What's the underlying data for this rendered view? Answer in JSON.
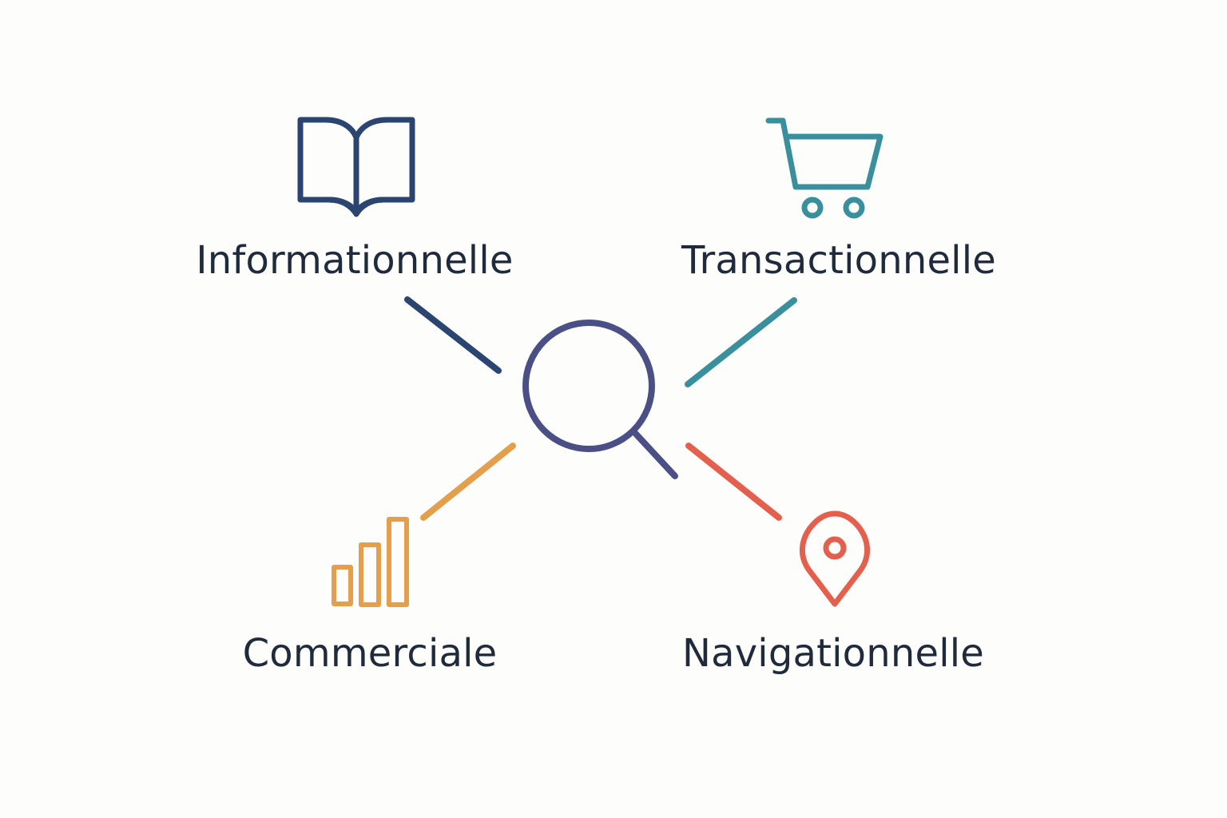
{
  "categories": {
    "informational": {
      "label": "Informationnelle",
      "icon": "open-book-icon",
      "color": "#2b4570"
    },
    "transactional": {
      "label": "Transactionnelle",
      "icon": "shopping-cart-icon",
      "color": "#3a8f9c"
    },
    "commercial": {
      "label": "Commerciale",
      "icon": "bar-chart-icon",
      "color": "#e39f4c"
    },
    "navigational": {
      "label": "Navigationnelle",
      "icon": "map-pin-icon",
      "color": "#e4604e"
    }
  },
  "center": {
    "icon": "magnifying-glass-icon",
    "color": "#4a4f86"
  },
  "text_color": "#1f2a3c"
}
